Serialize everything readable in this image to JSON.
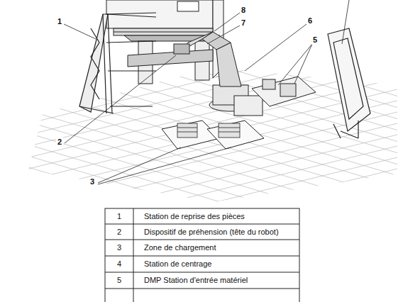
{
  "diagram": {
    "labels": [
      "1",
      "8",
      "7",
      "6",
      "5",
      "2",
      "3",
      "1",
      "Station de reprise des pièces",
      "2",
      "Dispositif de préhension (tête du robot)",
      "3",
      "Zone de chargement",
      "4",
      "Station de centrage",
      "5",
      "DMP Station d'entrée matériel"
    ]
  }
}
